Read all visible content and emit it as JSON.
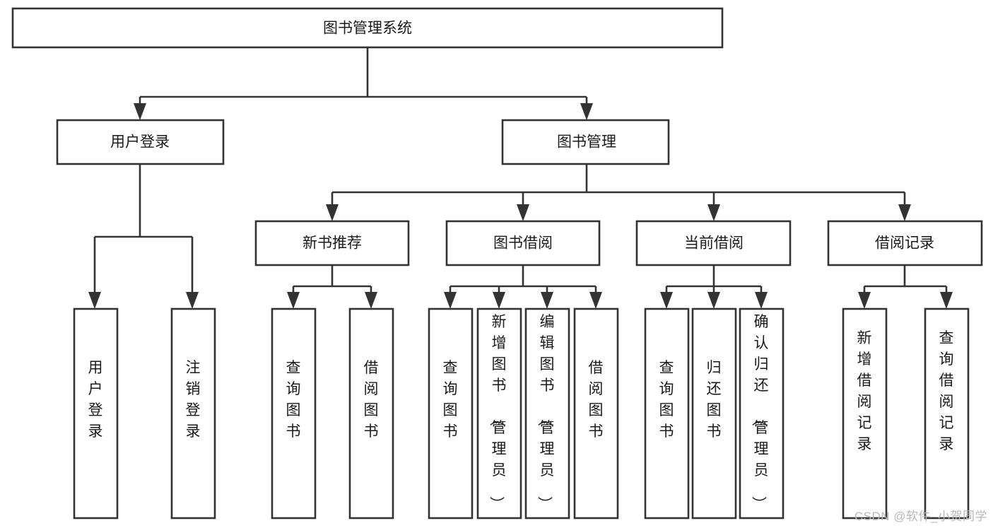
{
  "diagram": {
    "type": "tree",
    "title": "图书管理系统",
    "watermark": "CSDN @软件_小贺同学",
    "colors": {
      "stroke": "#333333",
      "box_fill": "#ffffff",
      "text": "#1a1a1a",
      "background": "#ffffff",
      "watermark": "#b8b8b8"
    },
    "levels": {
      "level0": [
        "图书管理系统"
      ],
      "level1": [
        "用户登录",
        "图书管理"
      ],
      "level2": [
        "新书推荐",
        "图书借阅",
        "当前借阅",
        "借阅记录"
      ],
      "level3": [
        "用户登录",
        "注销登录",
        "查询图书",
        "借阅图书",
        "查询图书",
        "新增图书（管理员）",
        "编辑图书（管理员）",
        "借阅图书",
        "查询图书",
        "归还图书",
        "确认归还（管理员）",
        "新增借阅记录",
        "查询借阅记录"
      ]
    },
    "nodes": {
      "root": {
        "label": "图书管理系统"
      },
      "user_login": {
        "label": "用户登录"
      },
      "book_manage": {
        "label": "图书管理"
      },
      "new_book_rec": {
        "label": "新书推荐"
      },
      "book_borrow": {
        "label": "图书借阅"
      },
      "current_borrow": {
        "label": "当前借阅"
      },
      "borrow_record": {
        "label": "借阅记录"
      },
      "leaf_user_login": {
        "label": "用户登录"
      },
      "leaf_logout": {
        "label": "注销登录"
      },
      "leaf_query_book_a": {
        "label": "查询图书"
      },
      "leaf_borrow_book_a": {
        "label": "借阅图书"
      },
      "leaf_query_book_b": {
        "label": "查询图书"
      },
      "leaf_add_book": {
        "label": "新增图书（管理员）"
      },
      "leaf_edit_book": {
        "label": "编辑图书（管理员）"
      },
      "leaf_borrow_book_b": {
        "label": "借阅图书"
      },
      "leaf_query_book_c": {
        "label": "查询图书"
      },
      "leaf_return_book": {
        "label": "归还图书"
      },
      "leaf_confirm_return": {
        "label": "确认归还（管理员）"
      },
      "leaf_add_record": {
        "label": "新增借阅记录"
      },
      "leaf_query_record": {
        "label": "查询借阅记录"
      }
    },
    "edges": [
      {
        "from": "root",
        "to": "user_login"
      },
      {
        "from": "root",
        "to": "book_manage"
      },
      {
        "from": "user_login",
        "to": "leaf_user_login"
      },
      {
        "from": "user_login",
        "to": "leaf_logout"
      },
      {
        "from": "book_manage",
        "to": "new_book_rec"
      },
      {
        "from": "book_manage",
        "to": "book_borrow"
      },
      {
        "from": "book_manage",
        "to": "current_borrow"
      },
      {
        "from": "book_manage",
        "to": "borrow_record"
      },
      {
        "from": "new_book_rec",
        "to": "leaf_query_book_a"
      },
      {
        "from": "new_book_rec",
        "to": "leaf_borrow_book_a"
      },
      {
        "from": "book_borrow",
        "to": "leaf_query_book_b"
      },
      {
        "from": "book_borrow",
        "to": "leaf_add_book"
      },
      {
        "from": "book_borrow",
        "to": "leaf_edit_book"
      },
      {
        "from": "book_borrow",
        "to": "leaf_borrow_book_b"
      },
      {
        "from": "current_borrow",
        "to": "leaf_query_book_c"
      },
      {
        "from": "current_borrow",
        "to": "leaf_return_book"
      },
      {
        "from": "current_borrow",
        "to": "leaf_confirm_return"
      },
      {
        "from": "borrow_record",
        "to": "leaf_add_record"
      },
      {
        "from": "borrow_record",
        "to": "leaf_query_record"
      }
    ]
  }
}
